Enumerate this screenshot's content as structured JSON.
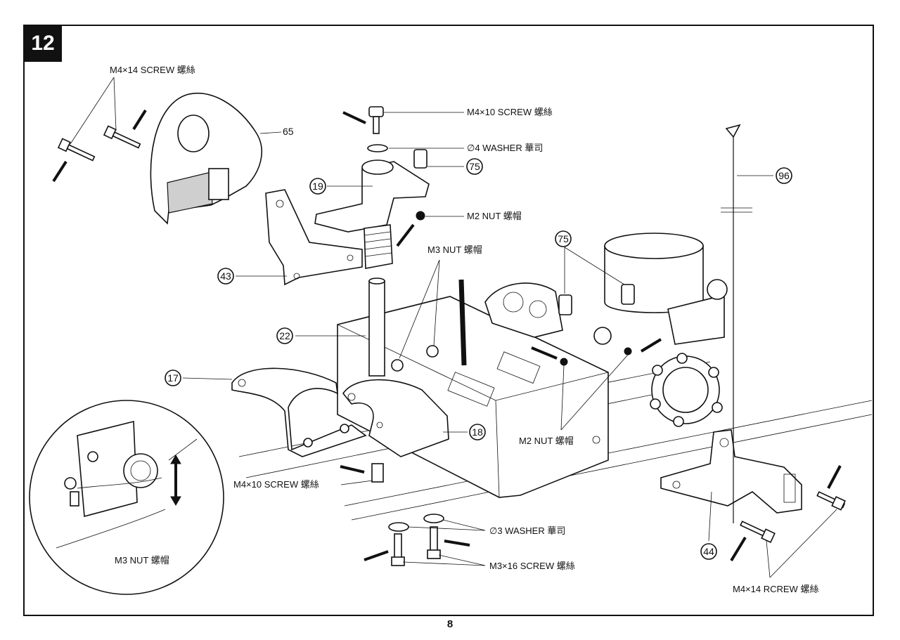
{
  "step": "12",
  "page_number": "8",
  "labels": {
    "m4x14_screw_top": "M4×14 SCREW 螺絲",
    "part_65": "65",
    "m4x10_screw_top": "M4×10 SCREW 螺絲",
    "washer_4": "∅4 WASHER 華司",
    "part_75_top": "75",
    "part_19": "19",
    "m2_nut_top": "M2 NUT 螺帽",
    "part_96": "96",
    "m3_nut_mid": "M3 NUT 螺帽",
    "part_75_right": "75",
    "part_43": "43",
    "part_22": "22",
    "part_17": "17",
    "part_18": "18",
    "m2_nut_bottom": "M2 NUT 螺帽",
    "m4x10_screw_bottom": "M4×10 SCREW 螺絲",
    "washer_3": "∅3 WASHER 華司",
    "m3x16_screw": "M3×16 SCREW 螺絲",
    "m3_nut_inset": "M3 NUT 螺帽",
    "part_44": "44",
    "m4x14_rcrew_bottom": "M4×14 RCREW 螺絲"
  }
}
